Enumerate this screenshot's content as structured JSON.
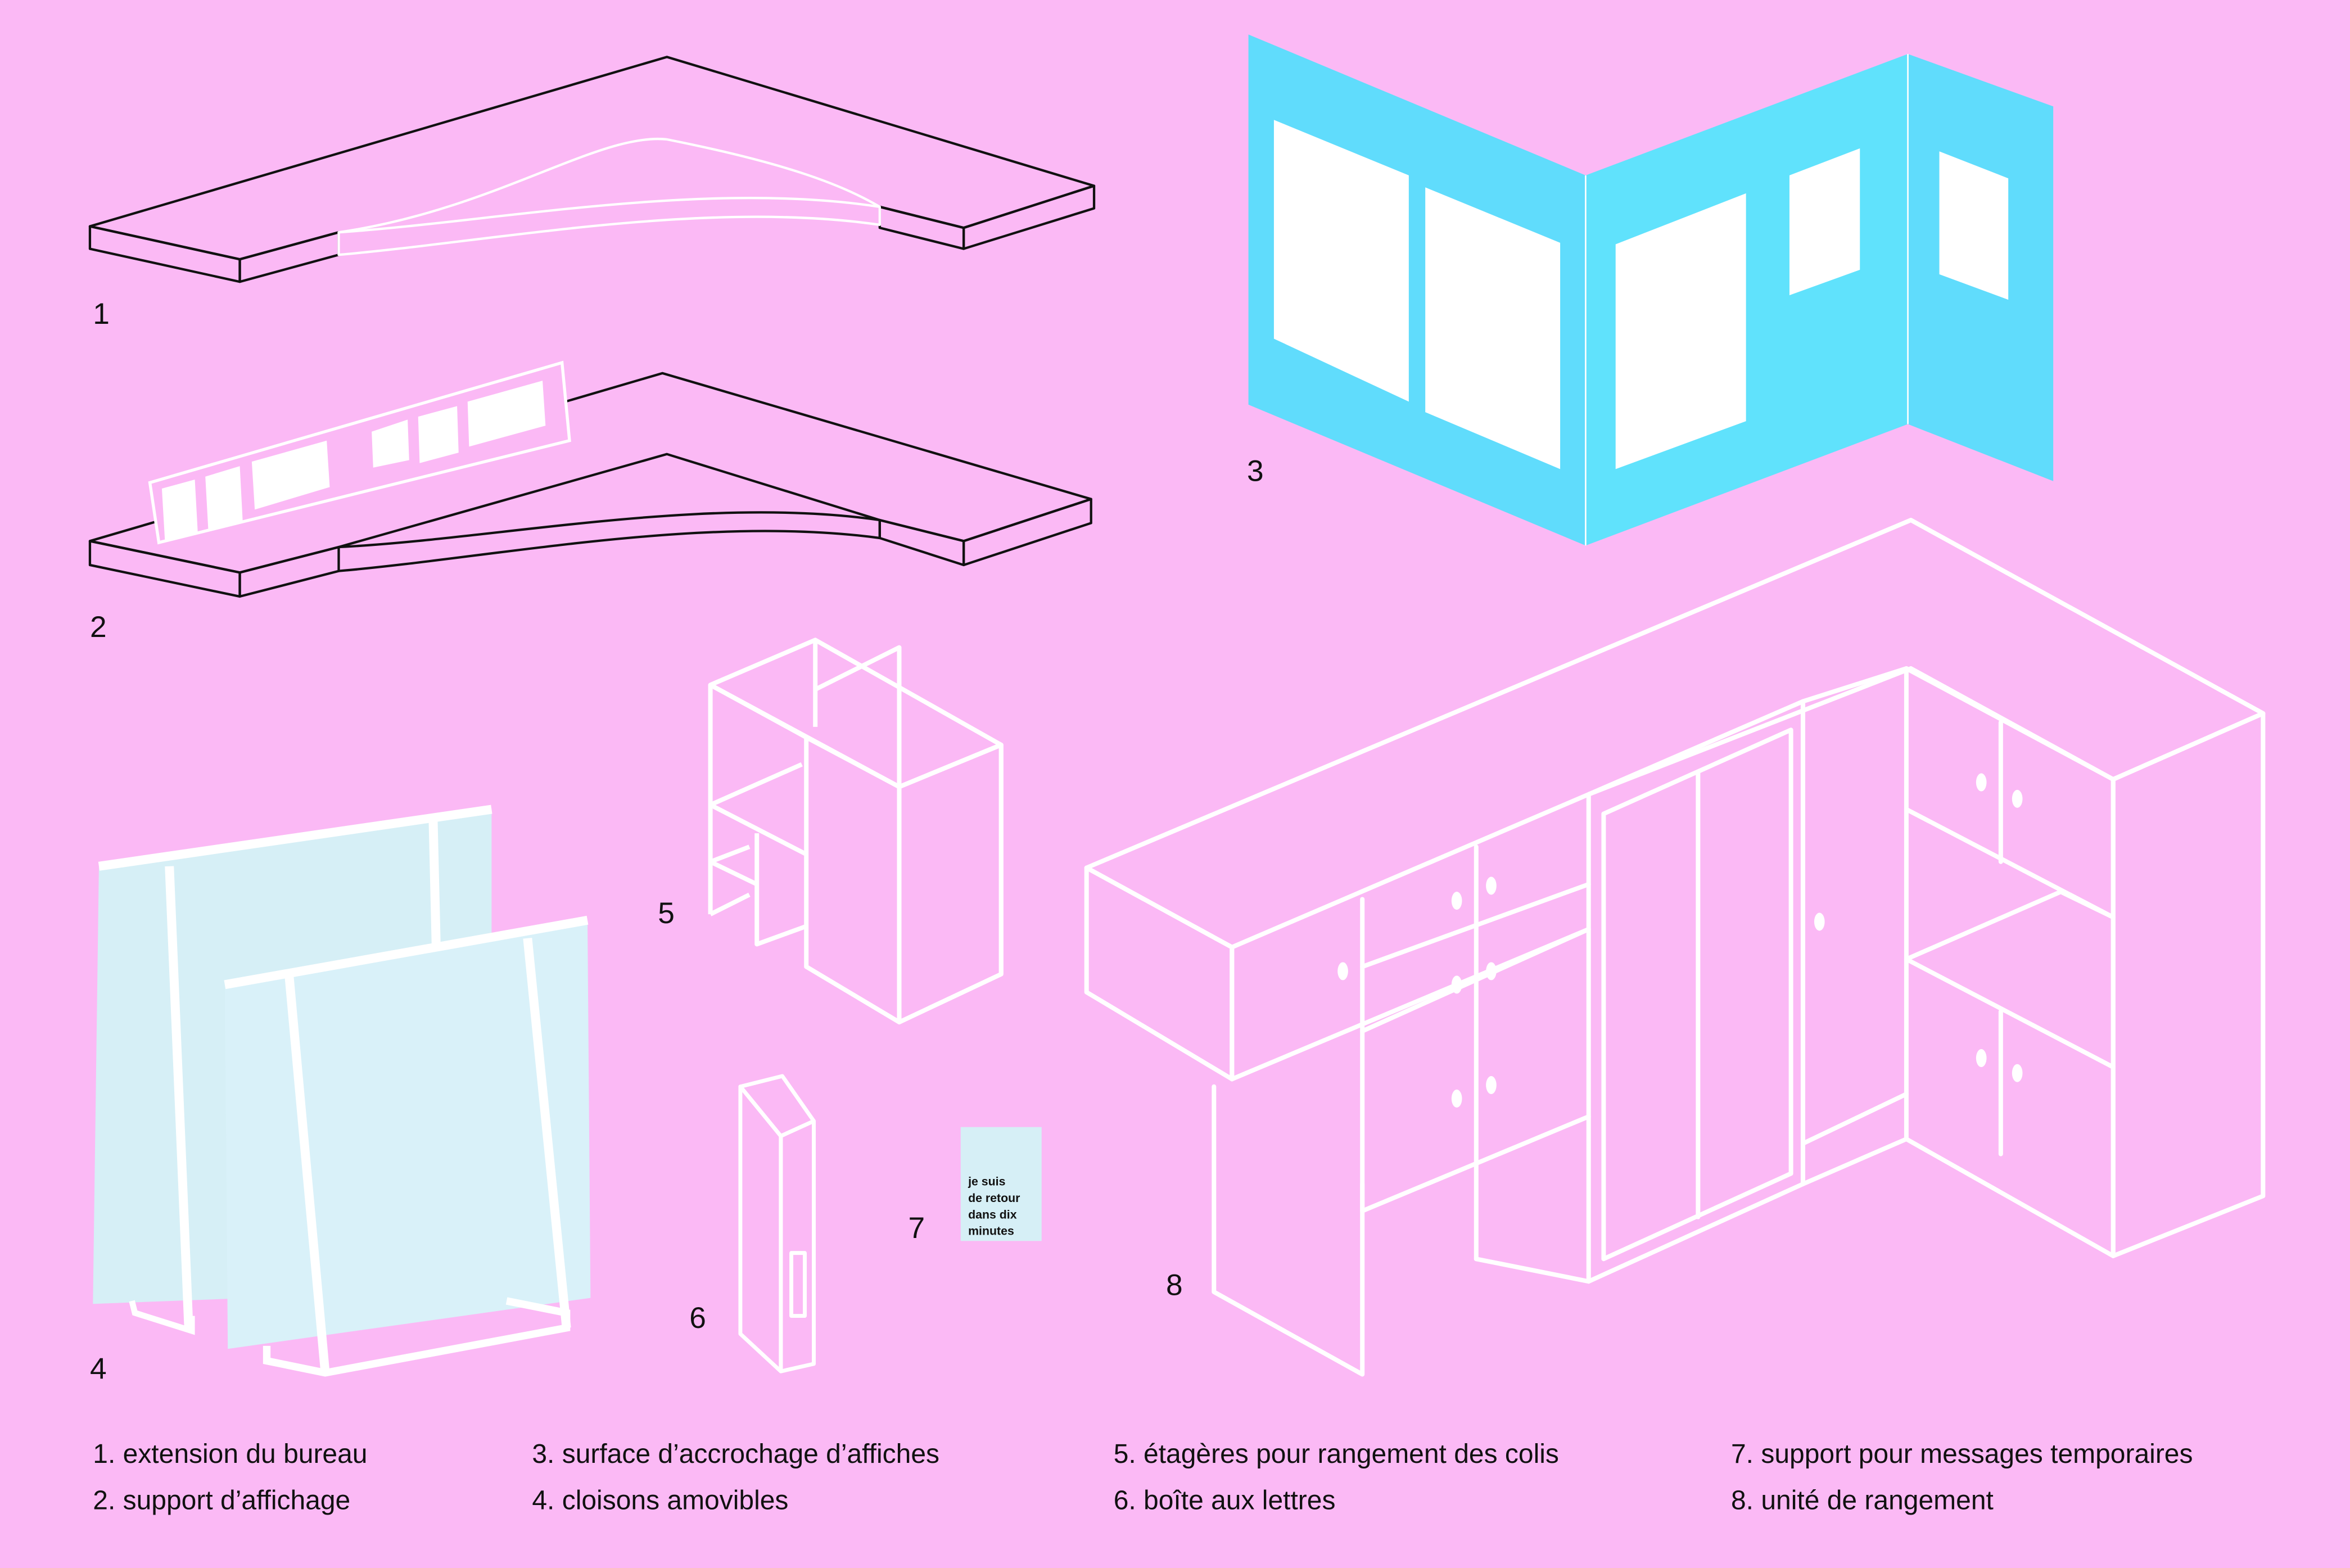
{
  "colors": {
    "background": "#fbb9f5",
    "panel_blue": "#60dcfc",
    "panel_light": "#d6eff6",
    "line_white": "#ffffff",
    "line_dark": "#111111"
  },
  "items": [
    {
      "number": "1",
      "caption": "1. extension du bureau"
    },
    {
      "number": "2",
      "caption": "2. support d’affichage"
    },
    {
      "number": "3",
      "caption": "3. surface d’accrochage d’affiches"
    },
    {
      "number": "4",
      "caption": "4. cloisons amovibles"
    },
    {
      "number": "5",
      "caption": "5. étagères pour rangement des colis"
    },
    {
      "number": "6",
      "caption": "6. boîte aux lettres"
    },
    {
      "number": "7",
      "caption": "7. support pour messages temporaires"
    },
    {
      "number": "8",
      "caption": "8. unité de rangement"
    }
  ],
  "note_card": {
    "lines": [
      "je suis",
      "de retour",
      "dans dix",
      "minutes"
    ]
  }
}
